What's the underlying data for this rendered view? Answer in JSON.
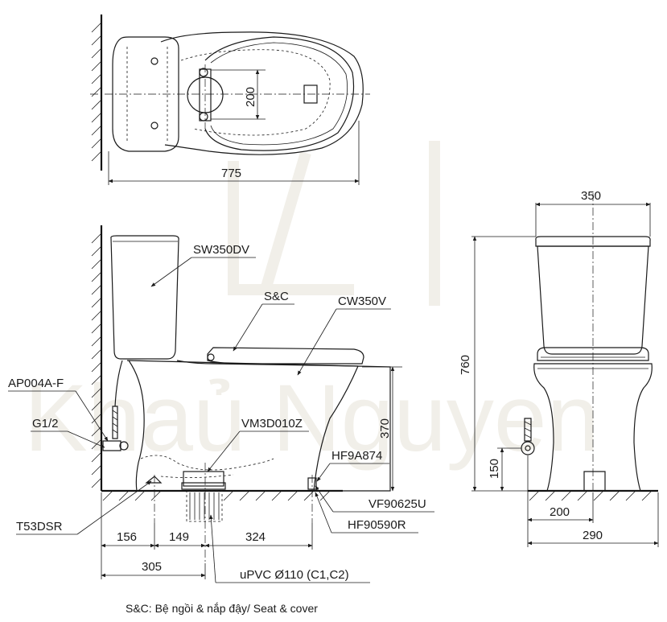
{
  "watermark": {
    "text": "Khaủ Nguyen",
    "color": "#f1efe9"
  },
  "top_view": {
    "dim_width": "775",
    "dim_center": "200"
  },
  "side_view": {
    "dim_height_outlet": "370",
    "dim_d1": "156",
    "dim_d2": "149",
    "dim_d3": "324",
    "dim_total": "305"
  },
  "front_view": {
    "dim_width": "350",
    "dim_height": "760",
    "dim_inlet_height": "150",
    "dim_offset": "200",
    "dim_depth": "290"
  },
  "labels": {
    "tank": "SW350DV",
    "seat": "S&C",
    "bowl": "CW350V",
    "angle_valve": "AP004A-F",
    "thread": "G1/2",
    "flange": "VM3D010Z",
    "bolt_cap": "HF9A874",
    "fixing": "VF90625U",
    "screw": "HF90590R",
    "hose": "T53DSR",
    "pipe": "uPVC Ø110 (C1,C2)"
  },
  "caption": "S&C: Bệ ngồi & nắp đậy/ Seat & cover",
  "colors": {
    "line": "#1a1a1a",
    "background": "#ffffff"
  }
}
